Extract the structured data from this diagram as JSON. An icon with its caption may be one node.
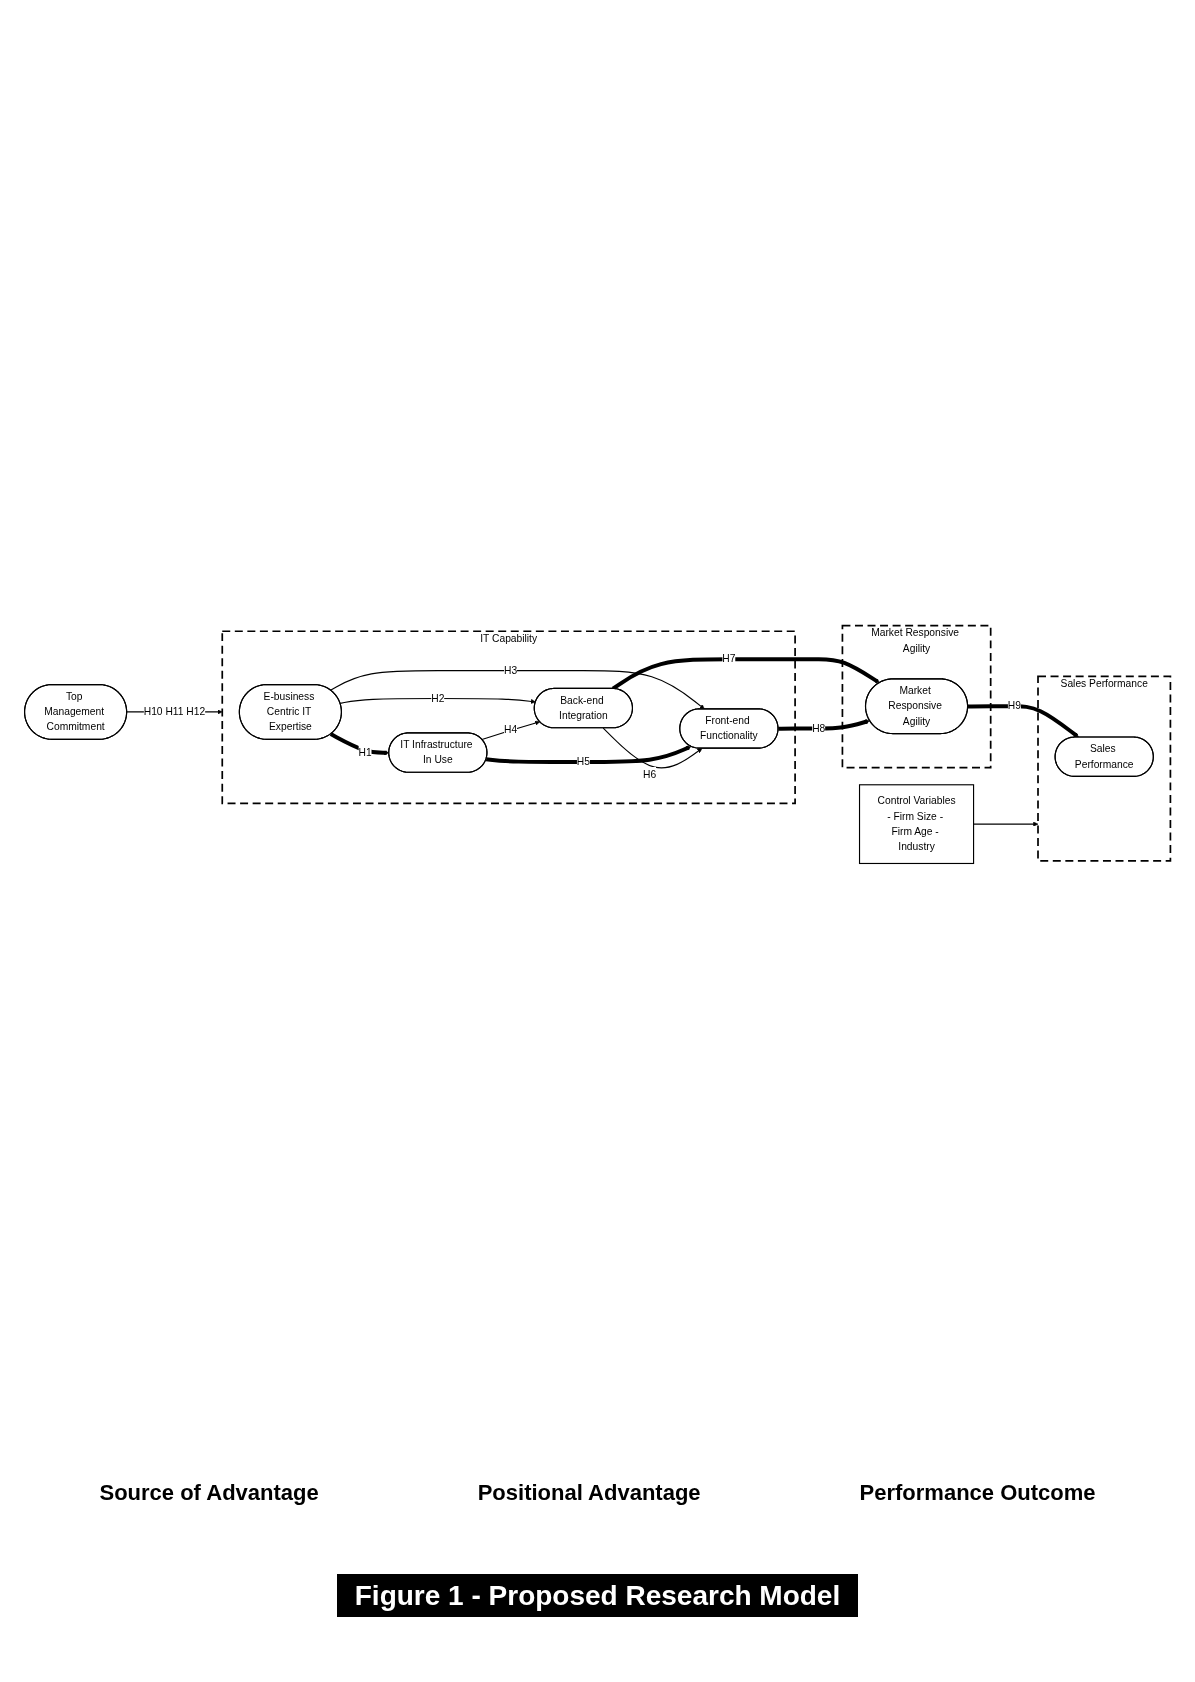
{
  "diagram": {
    "caption": "Figure 1 - Proposed Research Model",
    "nodes": [
      {
        "text": [
          "IT Capability"
        ]
      },
      {
        "text": [
          "E-business Centric IT Expertise"
        ],
        "in": 0
      },
      {
        "text": [
          "IT Infrastructure In Use"
        ],
        "in": 0
      },
      {
        "text": [
          "Back-end Integration"
        ],
        "in": 0
      },
      {
        "text": [
          "Front-end Functionality"
        ],
        "in": 0
      },
      {
        "text": [
          "Market Responsive Agility"
        ]
      },
      {
        "text": [
          "Market Responsive Agility"
        ],
        "in": 5
      },
      {
        "text": [
          "Sales Performance"
        ]
      },
      {
        "text": [
          "Sales Performance"
        ],
        "in": 7
      },
      {
        "text": [
          "Top Management Commitment"
        ]
      },
      {
        "text": [
          "Control Variables",
          "- Firm Size - Firm Age - Industry"
        ]
      }
    ],
    "edges": [
      {
        "from": 1,
        "to": 2,
        "arrow": "to",
        "label": "H1",
        "style": "thick"
      },
      {
        "from": 1,
        "to": 3,
        "arrow": "to",
        "label": "H2"
      },
      {
        "from": 1,
        "to": 4,
        "arrow": "to",
        "label": "H3"
      },
      {
        "from": 2,
        "to": 3,
        "arrow": "to",
        "label": "H4"
      },
      {
        "from": 2,
        "to": 4,
        "arrow": "to",
        "label": "H5",
        "style": "thick"
      },
      {
        "from": 3,
        "to": 4,
        "arrow": "to",
        "label": "H6"
      },
      {
        "from": 3,
        "to": 6,
        "arrow": "to",
        "label": "H7",
        "style": "thick"
      },
      {
        "from": 4,
        "to": 6,
        "arrow": "to",
        "label": "H8",
        "style": "thick"
      },
      {
        "from": 6,
        "to": 8,
        "arrow": "to",
        "label": "H9",
        "style": "thick"
      },
      {
        "from": 9,
        "to": 0,
        "arrow": "to",
        "label": "H10 H11 H12"
      },
      {
        "from": 10,
        "to": 7,
        "arrow": "to"
      }
    ],
    "labels": [
      "Source of Advantage",
      "Positional Advantage",
      "Performance Outcome"
    ]
  }
}
